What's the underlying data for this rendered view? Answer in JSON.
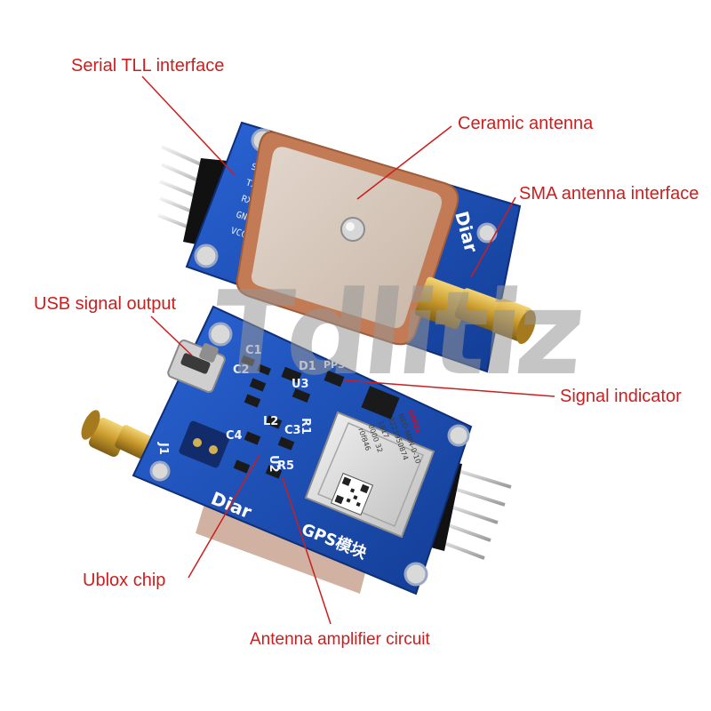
{
  "callouts": {
    "serial": "Serial TLL interface",
    "ceramic": "Ceramic antenna",
    "sma": "SMA antenna interface",
    "usb": "USB signal output",
    "signal": "Signal indicator",
    "ublox": "Ublox chip",
    "amplifier": "Antenna amplifier circuit"
  },
  "board_top": {
    "pin_labels": [
      "SDA",
      "TXD",
      "RXD",
      "GND",
      "VCC"
    ],
    "logo": "Diar"
  },
  "board_bottom": {
    "components": [
      "C1",
      "C2",
      "D1",
      "PPS",
      "U3",
      "R1",
      "L2",
      "C3",
      "C4",
      "U2",
      "R5",
      "J1"
    ],
    "module_lines": [
      "ublox",
      "NEO-M8N-0-10",
      "2221950874",
      "1817",
      "0000 32",
      "r0f846"
    ],
    "logo": "Diar",
    "footer": "GPS模块"
  },
  "watermark": "Tdlitiz",
  "colors": {
    "callout_text": "#cc1e1e",
    "pcb_blue": "#1a4fb8",
    "antenna_ceramic": "#d1bfb2",
    "antenna_border": "#c07a52",
    "sma_gold": "#c9a032"
  }
}
